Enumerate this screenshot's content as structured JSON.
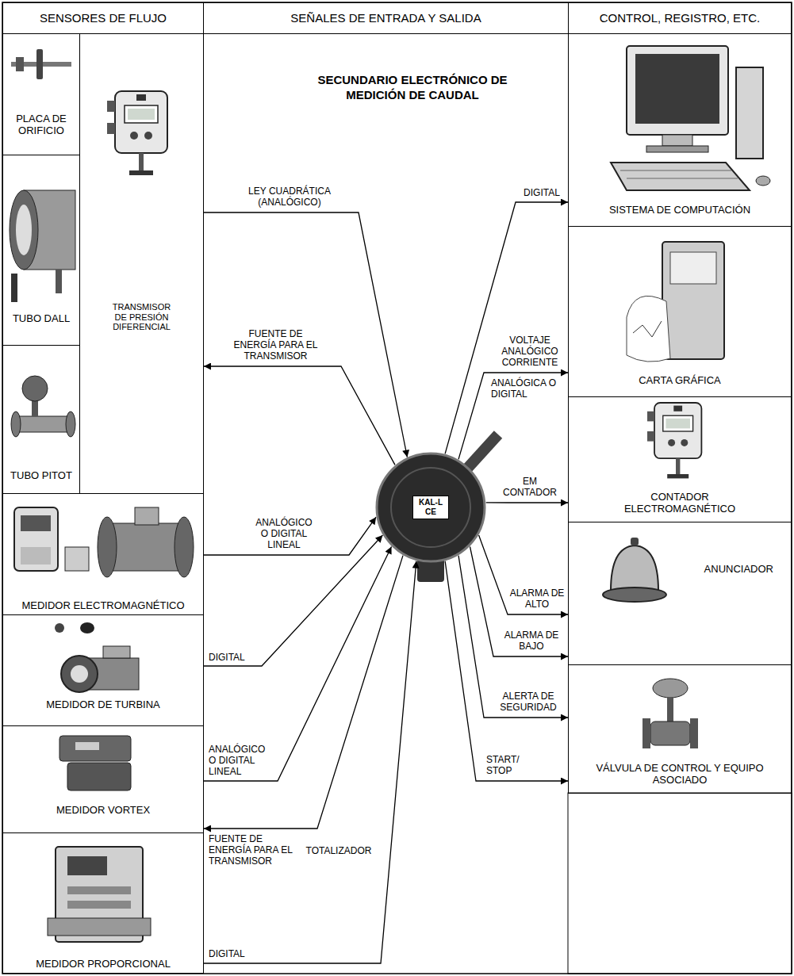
{
  "diagram": {
    "title": "SECUNDARIO ELECTRÓNICO DE MEDICIÓN DE CAUDAL",
    "nodes": [
      {
        "text": [
          "SENSORES DE FLUJO"
        ]
      },
      {
        "text": [
          "SEÑALES DE ENTRADA Y SALIDA"
        ]
      },
      {
        "text": [
          "CONTROL, REGISTRO, ETC."
        ]
      },
      {
        "text": [
          "PLACA DE ORIFICIO"
        ]
      },
      {
        "text": [
          "TUBO DALL"
        ]
      },
      {
        "text": [
          "TUBO PITOT"
        ]
      },
      {
        "text": [
          "TRANSMISOR DE PRESIÓN DIFERENCIAL"
        ]
      },
      {
        "text": [
          "MEDIDOR ELECTROMAGNÉTICO"
        ]
      },
      {
        "text": [
          "MEDIDOR DE TURBINA"
        ]
      },
      {
        "text": [
          "MEDIDOR VORTEX"
        ]
      },
      {
        "text": [
          "MEDIDOR PROPORCIONAL"
        ]
      },
      {
        "text": [
          "KAL-L",
          "CE"
        ]
      },
      {
        "text": [
          "SISTEMA DE COMPUTACIÓN"
        ]
      },
      {
        "text": [
          "CARTA GRÁFICA"
        ]
      },
      {
        "text": [
          "CONTADOR ELECTROMAGNÉTICO"
        ]
      },
      {
        "text": [
          "ANUNCIADOR"
        ]
      },
      {
        "text": [
          "VÁLVULA DE CONTROL Y EQUIPO ASOCIADO"
        ]
      }
    ],
    "edges": [
      {
        "from": 6,
        "to": 11,
        "label": "LEY CUADRÁTICA (ANALÓGICO)",
        "arrow": "to"
      },
      {
        "from": 11,
        "to": 6,
        "label": "FUENTE DE ENERGÍA PARA EL TRANSMISOR",
        "arrow": "to"
      },
      {
        "from": 7,
        "to": 11,
        "label": "ANALÓGICO O DIGITAL LINEAL",
        "arrow": "to"
      },
      {
        "from": 8,
        "to": 11,
        "label": "DIGITAL",
        "arrow": "to"
      },
      {
        "from": 9,
        "to": 11,
        "label": "ANALÓGICO O DIGITAL LINEAL",
        "arrow": "to"
      },
      {
        "from": 11,
        "to": 9,
        "label": "FUENTE DE ENERGÍA PARA EL TRANSMISOR",
        "arrow": "to"
      },
      {
        "from": 10,
        "to": 11,
        "label": "DIGITAL",
        "arrow": "to"
      },
      {
        "from": 11,
        "to": 12,
        "label": "DIGITAL",
        "arrow": "to"
      },
      {
        "from": 11,
        "to": 13,
        "label": "VOLTAJE ANALÓGICO CORRIENTE",
        "arrow": "to"
      },
      {
        "from": 11,
        "to": 14,
        "label": "EM CONTADOR",
        "arrow": "to"
      },
      {
        "from": 11,
        "to": 15,
        "label": "ALARMA DE ALTO",
        "arrow": "to"
      },
      {
        "from": 11,
        "to": 15,
        "label": "ALARMA DE BAJO",
        "arrow": "to"
      },
      {
        "from": 11,
        "to": 16,
        "label": "ALERTA DE SEGURIDAD",
        "arrow": "to"
      },
      {
        "from": 11,
        "to": 16,
        "label": "START/ STOP",
        "arrow": "to"
      }
    ],
    "labels": [
      "ANALÓGICA O DIGITAL",
      "TOTALIZADOR"
    ]
  }
}
